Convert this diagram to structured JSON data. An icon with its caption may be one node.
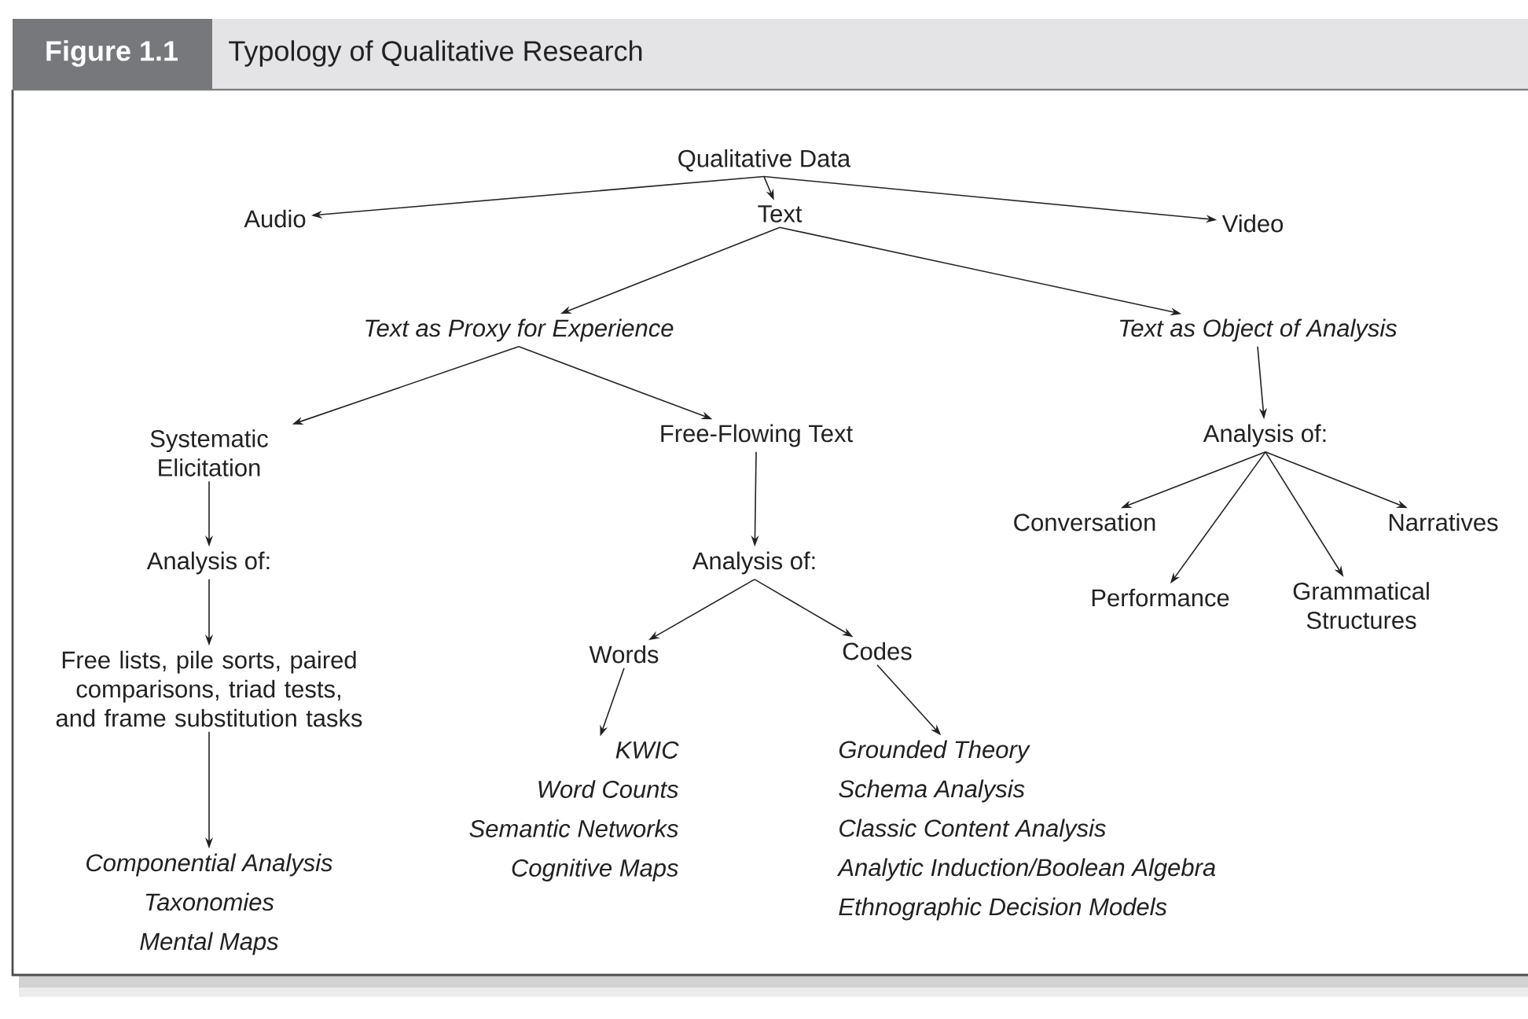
{
  "diagram": {
    "title": "Typology of Qualitative Research",
    "nodes": [
      {
        "text": [
          "Qualitative Data"
        ]
      },
      {
        "text": [
          "Audio"
        ]
      },
      {
        "text": [
          "Text"
        ]
      },
      {
        "text": [
          "Video"
        ]
      },
      {
        "text": [
          "Text as Proxy for Experience"
        ]
      },
      {
        "text": [
          "Text as Object of Analysis"
        ]
      },
      {
        "text": [
          "Systematic Elicitation"
        ]
      },
      {
        "text": [
          "Free-Flowing Text"
        ]
      },
      {
        "text": [
          "Analysis of:"
        ]
      },
      {
        "text": [
          "Analysis of:"
        ]
      },
      {
        "text": [
          "Analysis of:"
        ]
      },
      {
        "text": [
          "Conversation"
        ]
      },
      {
        "text": [
          "Narratives"
        ]
      },
      {
        "text": [
          "Performance"
        ]
      },
      {
        "text": [
          "Grammatical Structures"
        ]
      },
      {
        "text": [
          "Free lists, pile sorts, paired comparisons, triad tests, and frame substitution tasks"
        ]
      },
      {
        "text": [
          "Words"
        ]
      },
      {
        "text": [
          "Codes"
        ]
      },
      {
        "text": [
          "Componential Analysis",
          "Taxonomies",
          "Mental Maps"
        ]
      },
      {
        "text": [
          "KWIC",
          "Word Counts",
          "Semantic Networks",
          "Cognitive Maps"
        ]
      },
      {
        "text": [
          "Grounded Theory",
          "Schema Analysis",
          "Classic Content Analysis",
          "Analytic Induction/Boolean Algebra",
          "Ethnographic Decision Models"
        ]
      }
    ],
    "edges": [
      {
        "from": 0,
        "to": 1,
        "arrow": "to"
      },
      {
        "from": 0,
        "to": 2,
        "arrow": "to"
      },
      {
        "from": 0,
        "to": 3,
        "arrow": "to"
      },
      {
        "from": 2,
        "to": 4,
        "arrow": "to"
      },
      {
        "from": 2,
        "to": 5,
        "arrow": "to"
      },
      {
        "from": 4,
        "to": 6,
        "arrow": "to"
      },
      {
        "from": 4,
        "to": 7,
        "arrow": "to"
      },
      {
        "from": 5,
        "to": 8,
        "arrow": "to"
      },
      {
        "from": 8,
        "to": 11,
        "arrow": "to"
      },
      {
        "from": 8,
        "to": 13,
        "arrow": "to"
      },
      {
        "from": 8,
        "to": 14,
        "arrow": "to"
      },
      {
        "from": 8,
        "to": 12,
        "arrow": "to"
      },
      {
        "from": 6,
        "to": 9,
        "arrow": "to"
      },
      {
        "from": 9,
        "to": 15,
        "arrow": "to"
      },
      {
        "from": 15,
        "to": 18,
        "arrow": "to"
      },
      {
        "from": 7,
        "to": 10,
        "arrow": "to"
      },
      {
        "from": 10,
        "to": 16,
        "arrow": "to"
      },
      {
        "from": 10,
        "to": 17,
        "arrow": "to"
      },
      {
        "from": 16,
        "to": 19,
        "arrow": "to"
      },
      {
        "from": 17,
        "to": 20,
        "arrow": "to"
      }
    ],
    "labels": [
      "Figure 1.1"
    ]
  }
}
